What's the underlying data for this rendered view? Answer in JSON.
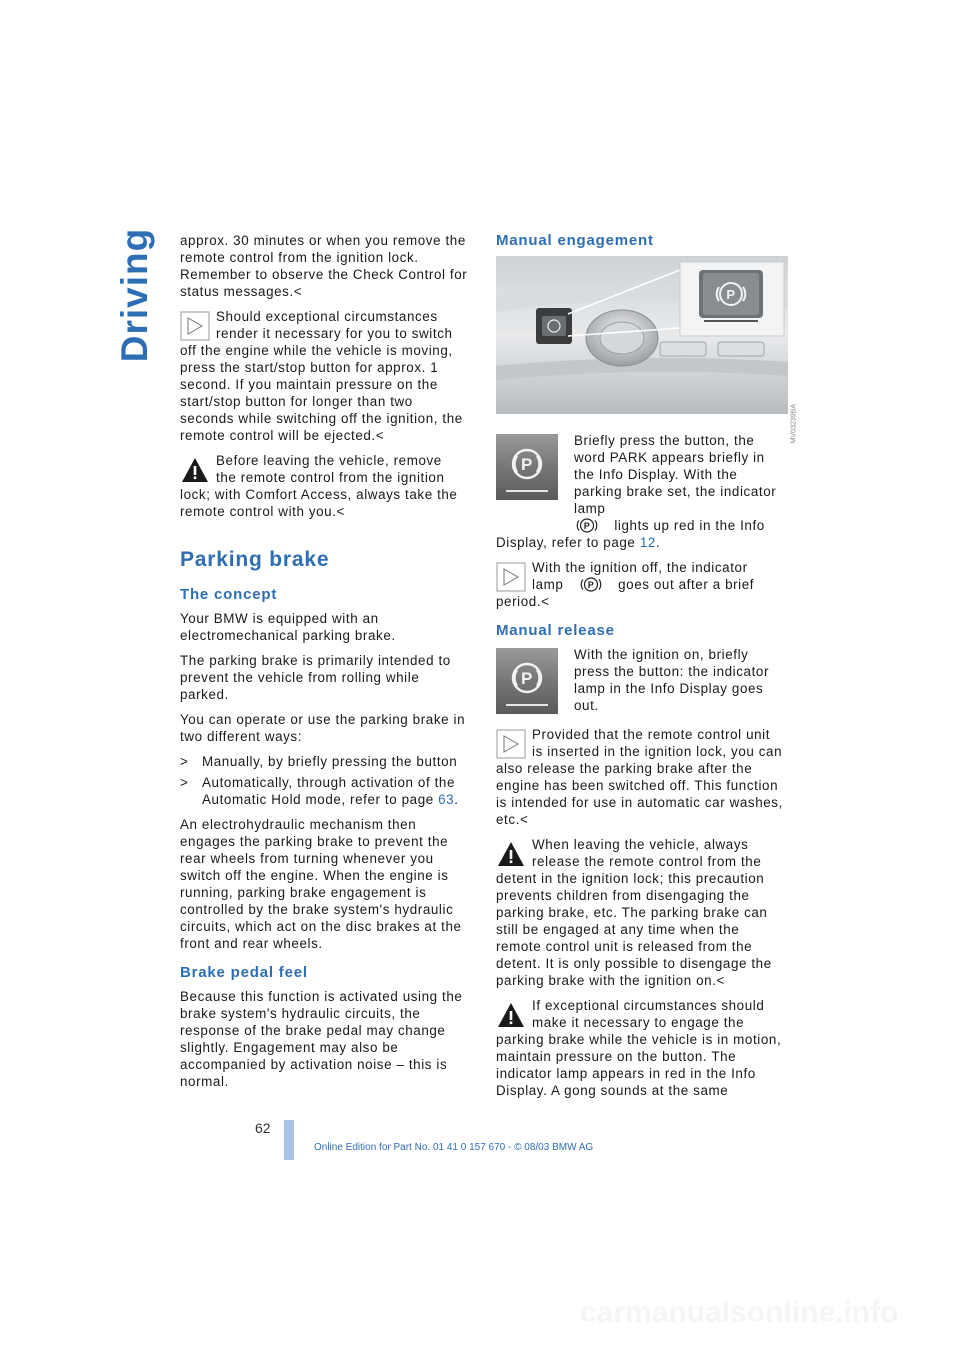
{
  "section_title": "Driving",
  "left": {
    "p1": "approx. 30 minutes or when you remove the remote control from the ignition lock. Remember to observe the Check Control for status messages.<",
    "note1_a": "Should exceptional circumstances",
    "note1_b": "render it necessary for you to switch",
    "note1_c": "off the engine while the vehicle is moving, press the start/stop button for approx. 1 second. If you maintain pressure on the start/stop button for longer than two seconds while switching off the ignition, the remote control will be ejected.<",
    "warn1_a": "Before leaving the vehicle, remove",
    "warn1_b": "the remote control from the ignition",
    "warn1_c": "lock; with Comfort Access, always take the remote control with you.<",
    "h_parking": "Parking brake",
    "h_concept": "The concept",
    "p_concept1": "Your BMW is equipped with an electromechanical parking brake.",
    "p_concept2": "The parking brake is primarily intended to prevent the vehicle from rolling while parked.",
    "p_concept3": "You can operate or use the parking brake in two different ways:",
    "bullet_mark": ">",
    "bullet1": "Manually, by briefly pressing the button",
    "bullet2": "Automatically, through activation of the Automatic Hold mode, refer to page",
    "bullet2_ref": "63",
    "bullet2_end": ".",
    "p_concept4": "An electrohydraulic mechanism then engages the parking brake to prevent the rear wheels from turning whenever you switch off the engine. When the engine is running, parking brake engagement is controlled by the brake system's hydraulic circuits, which act on the disc brakes at the front and rear wheels.",
    "h_pedal": "Brake pedal feel",
    "p_pedal": "Because this function is activated using the brake system's hydraulic circuits, the response of the brake pedal may change slightly. Engagement may also be accompanied by activation noise – this is normal."
  },
  "right": {
    "h_engage": "Manual engagement",
    "photo_code": "MV03239BA",
    "engage_text_a": "Briefly press the button, the word PARK appears briefly in the Info Display. With the parking brake set, the indicator lamp",
    "engage_text_b": "lights up red in the Info Display, refer to page",
    "engage_ref": "12",
    "engage_end": ".",
    "note2_a": "With the ignition off, the indicator",
    "note2_b": "lamp",
    "note2_c": "goes out after a brief",
    "note2_d": "period.<",
    "h_release": "Manual release",
    "release_text": "With the ignition on, briefly press the button: the indicator lamp in the Info Display goes out.",
    "note3_a": "Provided that the remote control unit",
    "note3_b": "is inserted in the ignition lock, you can",
    "note3_c": "also release the parking brake after the engine has been switched off. This function is intended for use in automatic car washes, etc.<",
    "warn2_a": "When leaving the vehicle, always",
    "warn2_b": "release the remote control from the",
    "warn2_c": "detent in the ignition lock; this precaution prevents children from disengaging the parking brake, etc. The parking brake can still be engaged at any time when the remote control unit is released from the detent. It is only possible to disengage the parking brake with the ignition on.<",
    "warn3_a": "If exceptional circumstances should",
    "warn3_b": "make it necessary to engage the",
    "warn3_c": "parking brake while the vehicle is in motion, maintain pressure on the button. The indicator lamp appears in red in the Info Display. A gong sounds at the same"
  },
  "footer": {
    "page_number": "62",
    "edition": "Online Edition for Part No. 01 41 0 157 670 - © 08/03 BMW AG",
    "watermark": "carmanualsonline.info"
  },
  "icons": {
    "note": "note-triangle-icon",
    "warning": "warning-triangle-icon",
    "parking": "parking-brake-icon"
  },
  "colors": {
    "accent": "#2d6eb4",
    "footer_bar": "#a9c4e3"
  }
}
